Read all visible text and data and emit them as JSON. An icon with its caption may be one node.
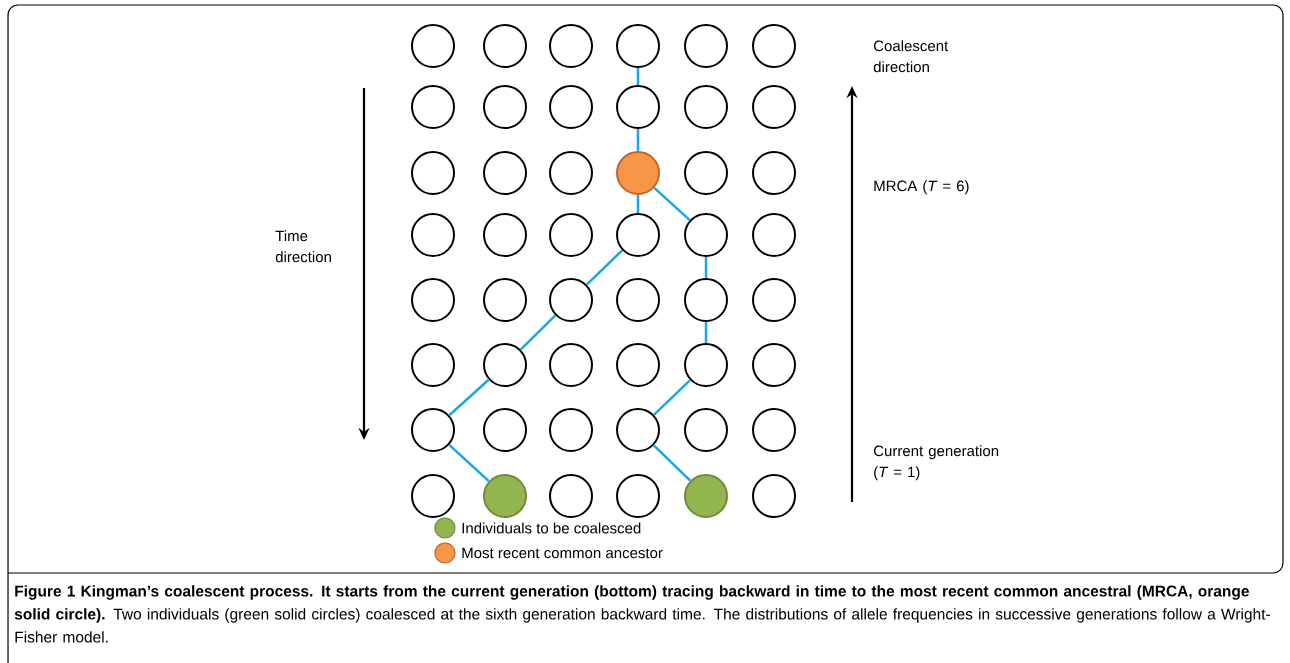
{
  "diagram": {
    "caption": "**Figure 1 Kingman’s coalescent process. It starts from the current generation (bottom) tracing backward in time to the most recent common ancestral (MRCA, orange solid circle).** Two individuals (green solid circles) coalesced at the sixth generation backward time. The distributions of allele frequencies in successive generations follow a Wright-Fisher model.",
    "nodes": [
      {
        "text": [],
        "shape": "circle"
      },
      {
        "text": [],
        "shape": "circle"
      },
      {
        "text": [],
        "shape": "circle"
      },
      {
        "text": [],
        "shape": "circle"
      },
      {
        "text": [],
        "shape": "circle"
      },
      {
        "text": [],
        "shape": "circle"
      },
      {
        "text": [],
        "shape": "circle"
      },
      {
        "text": [],
        "shape": "circle"
      },
      {
        "text": [],
        "shape": "circle"
      },
      {
        "text": [],
        "shape": "circle"
      },
      {
        "text": [],
        "shape": "circle"
      },
      {
        "text": [],
        "shape": "circle"
      },
      {
        "text": [],
        "shape": "circle"
      },
      {
        "text": [],
        "shape": "circle"
      },
      {
        "text": [],
        "shape": "circle"
      },
      {
        "text": [],
        "shape": "circle"
      },
      {
        "text": [],
        "shape": "circle"
      },
      {
        "text": [],
        "shape": "circle"
      },
      {
        "text": [],
        "shape": "circle"
      },
      {
        "text": [],
        "shape": "circle"
      },
      {
        "text": [],
        "shape": "circle"
      },
      {
        "text": [],
        "shape": "circle"
      },
      {
        "text": [],
        "shape": "circle"
      },
      {
        "text": [],
        "shape": "circle"
      },
      {
        "text": [],
        "shape": "circle"
      },
      {
        "text": [],
        "shape": "circle"
      },
      {
        "text": [],
        "shape": "circle"
      },
      {
        "text": [],
        "shape": "circle"
      },
      {
        "text": [],
        "shape": "circle"
      },
      {
        "text": [],
        "shape": "circle"
      },
      {
        "text": [],
        "shape": "circle"
      },
      {
        "text": [],
        "shape": "circle"
      },
      {
        "text": [],
        "shape": "circle"
      },
      {
        "text": [],
        "shape": "circle"
      },
      {
        "text": [],
        "shape": "circle"
      },
      {
        "text": [],
        "shape": "circle"
      },
      {
        "text": [],
        "shape": "circle"
      },
      {
        "text": [],
        "shape": "circle"
      },
      {
        "text": [],
        "shape": "circle"
      },
      {
        "text": [],
        "shape": "circle"
      },
      {
        "text": [],
        "shape": "circle"
      },
      {
        "text": [],
        "shape": "circle"
      },
      {
        "text": [],
        "shape": "circle"
      },
      {
        "text": [],
        "shape": "circle"
      },
      {
        "text": [],
        "shape": "circle"
      },
      {
        "text": [],
        "shape": "circle"
      },
      {
        "text": [],
        "shape": "circle"
      },
      {
        "text": [],
        "shape": "circle"
      }
    ],
    "edges": [
      {
        "from": 3,
        "to": 9,
        "arrow": "none"
      },
      {
        "from": 9,
        "to": 15,
        "arrow": "none"
      },
      {
        "from": 15,
        "to": 21,
        "arrow": "none"
      },
      {
        "from": 15,
        "to": 22,
        "arrow": "none"
      },
      {
        "from": 21,
        "to": 26,
        "arrow": "none"
      },
      {
        "from": 26,
        "to": 31,
        "arrow": "none"
      },
      {
        "from": 31,
        "to": 36,
        "arrow": "none"
      },
      {
        "from": 36,
        "to": 43,
        "arrow": "none"
      },
      {
        "from": 22,
        "to": 28,
        "arrow": "none"
      },
      {
        "from": 28,
        "to": 34,
        "arrow": "none"
      },
      {
        "from": 34,
        "to": 39,
        "arrow": "none"
      },
      {
        "from": 39,
        "to": 46,
        "arrow": "none"
      }
    ],
    "labels": [
      "Coalescent direction",
      "MRCA (*T* = 6)",
      "Time direction",
      "Current generation (*T* = 1)"
    ],
    "legend": [
      {
        "text": "Individuals to be coalesced",
        "color": "#92b550"
      },
      {
        "text": "Most recent common ancestor",
        "color": "#f79646"
      }
    ]
  }
}
